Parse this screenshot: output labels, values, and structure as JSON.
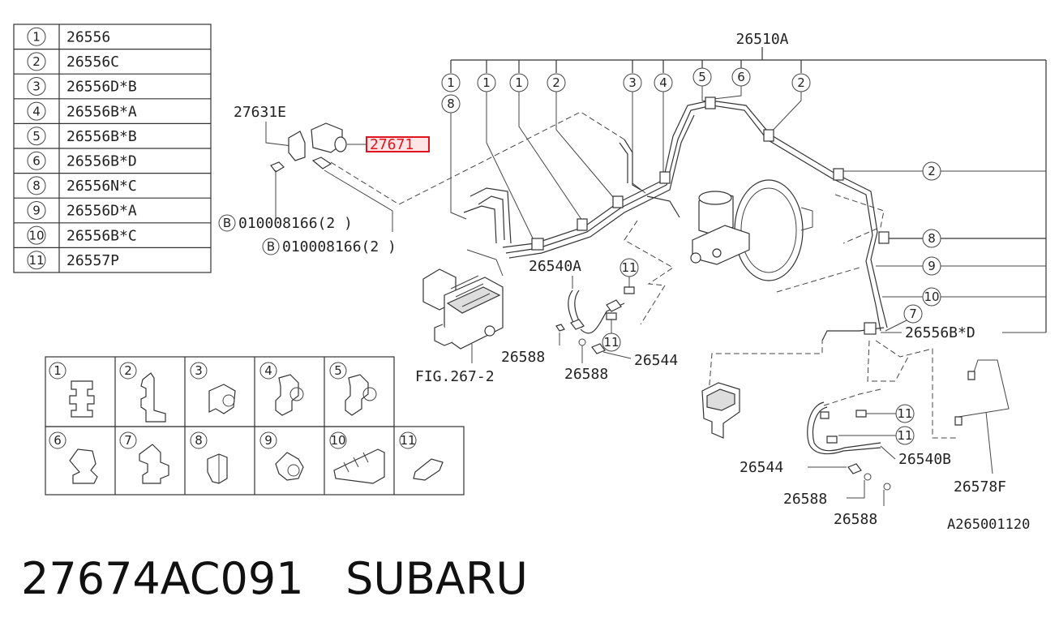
{
  "legend_table": [
    {
      "num": "1",
      "part": "26556"
    },
    {
      "num": "2",
      "part": "26556C"
    },
    {
      "num": "3",
      "part": "26556D*B"
    },
    {
      "num": "4",
      "part": "26556B*A"
    },
    {
      "num": "5",
      "part": "26556B*B"
    },
    {
      "num": "6",
      "part": "26556B*D"
    },
    {
      "num": "8",
      "part": "26556N*C"
    },
    {
      "num": "9",
      "part": "26556D*A"
    },
    {
      "num": "10",
      "part": "26556B*C"
    },
    {
      "num": "11",
      "part": "26557P"
    }
  ],
  "clip_grid_top": [
    "1",
    "2",
    "3",
    "4",
    "5"
  ],
  "clip_grid_bottom": [
    "6",
    "7",
    "8",
    "9",
    "10",
    "11"
  ],
  "labels": {
    "main_pipe": "26510A",
    "bracket": "27631E",
    "highlighted_part": "27671",
    "bolt_1": "010008166(2 )",
    "bolt_2": "010008166(2 )",
    "bolt_marker": "B",
    "hose_front": "26540A",
    "hose_rear": "26540B",
    "gasket_a": "26588",
    "gasket_b": "26588",
    "gasket_c": "26588",
    "gasket_d": "26588",
    "union_bolt_a": "26544",
    "union_bolt_b": "26544",
    "fig_ref": "FIG.267-2",
    "rear_pipe_label": "26556B*D",
    "rear_bracket": "26578F",
    "diagram_code": "A265001120"
  },
  "callouts_top": [
    "1",
    "8",
    "1",
    "1",
    "2",
    "3",
    "4",
    "5",
    "6",
    "2"
  ],
  "callouts_right": [
    "2",
    "8",
    "9",
    "10",
    "7"
  ],
  "callouts_hose": [
    "11",
    "11",
    "11",
    "11"
  ],
  "caption": {
    "part_number": "27674AC091",
    "brand": "SUBARU"
  },
  "colors": {
    "highlight": "#e0141e",
    "ink": "#222222"
  }
}
